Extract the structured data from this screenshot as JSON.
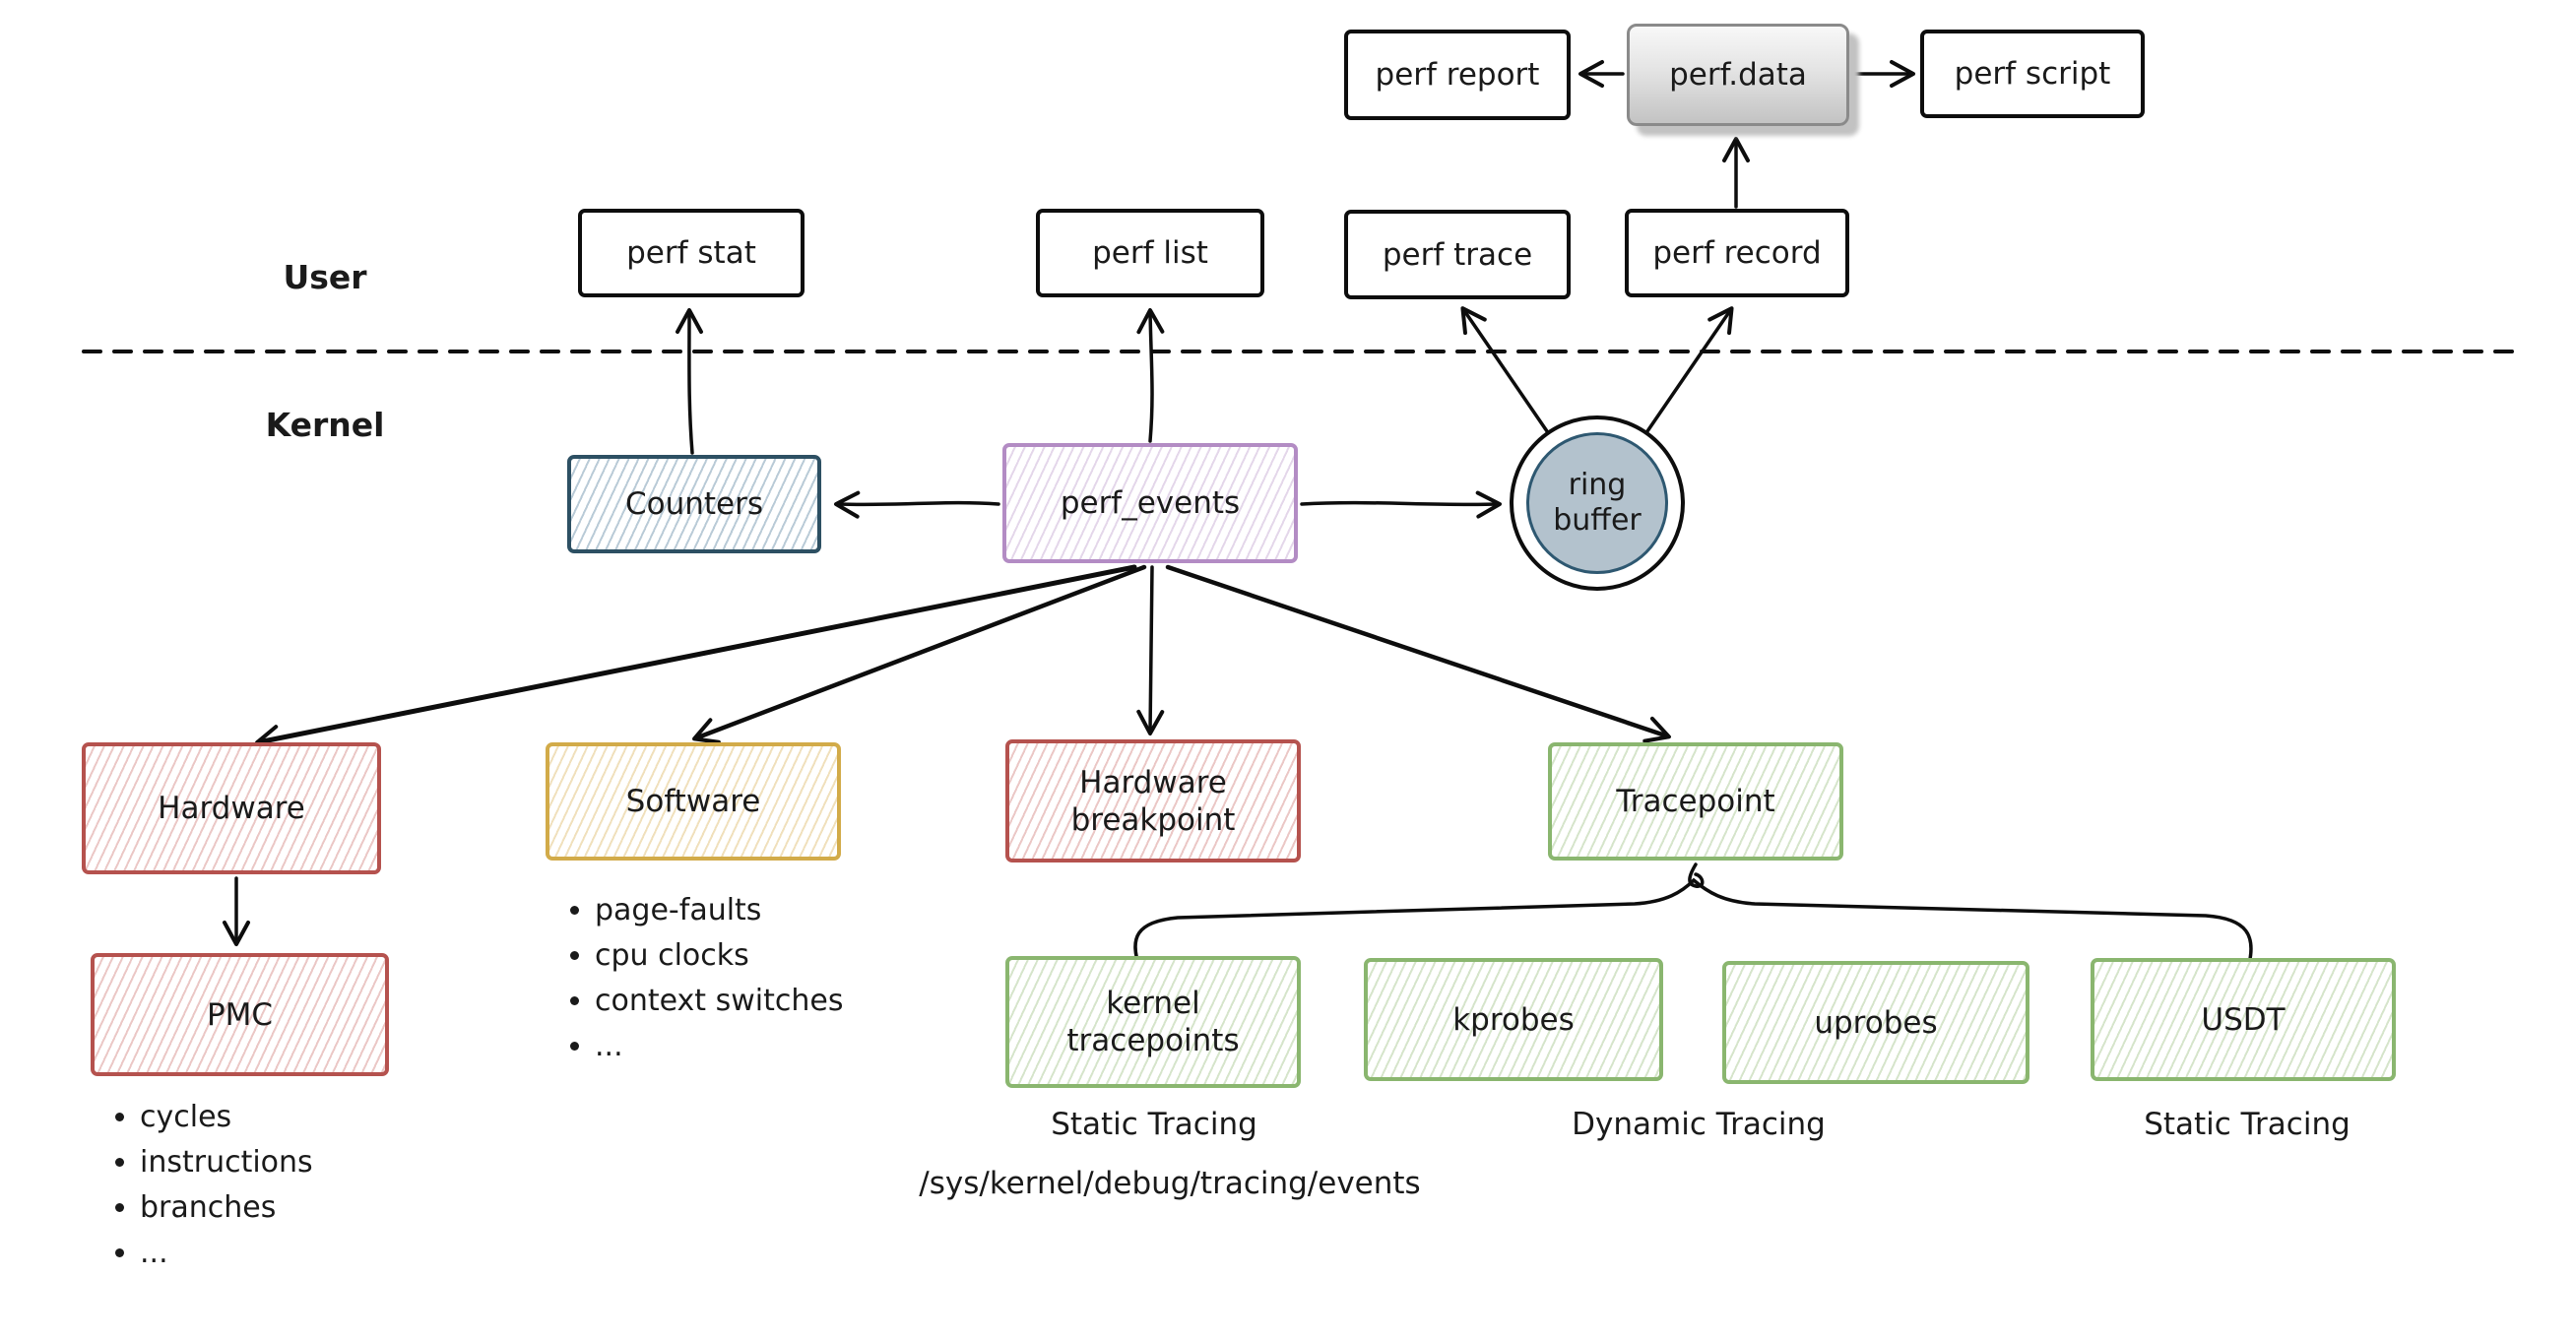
{
  "diagram": {
    "title": "perf_events architecture diagram",
    "regions": {
      "user": "User",
      "kernel": "Kernel"
    },
    "nodes": {
      "perf_report": {
        "label": "perf report"
      },
      "perf_data": {
        "label": "perf.data"
      },
      "perf_script": {
        "label": "perf script"
      },
      "perf_stat": {
        "label": "perf stat"
      },
      "perf_list": {
        "label": "perf list"
      },
      "perf_trace": {
        "label": "perf trace"
      },
      "perf_record": {
        "label": "perf record"
      },
      "counters": {
        "label": "Counters"
      },
      "perf_events": {
        "label": "perf_events"
      },
      "ring_buffer": {
        "label": "ring\nbuffer"
      },
      "hardware": {
        "label": "Hardware"
      },
      "software": {
        "label": "Software"
      },
      "hw_breakpoint": {
        "label": "Hardware\nbreakpoint"
      },
      "tracepoint": {
        "label": "Tracepoint"
      },
      "pmc": {
        "label": "PMC"
      },
      "kernel_tracepoints": {
        "label": "kernel\ntracepoints"
      },
      "kprobes": {
        "label": "kprobes"
      },
      "uprobes": {
        "label": "uprobes"
      },
      "usdt": {
        "label": "USDT"
      }
    },
    "lists": {
      "pmc": [
        "cycles",
        "instructions",
        "branches",
        "..."
      ],
      "software": [
        "page-faults",
        "cpu clocks",
        "context switches",
        "..."
      ]
    },
    "captions": {
      "static_tracing_left": "Static Tracing",
      "tracing_path": "/sys/kernel/debug/tracing/events",
      "dynamic_tracing": "Dynamic Tracing",
      "static_tracing_right": "Static Tracing"
    },
    "colors": {
      "line": "#0d0d0d",
      "red_border": "#b5524e",
      "yellow_border": "#d2ab49",
      "green_border": "#8ab66f",
      "purple_border": "#b38cc4",
      "blue_border": "#2d5063",
      "ring_fill": "#b3c2cd",
      "ring_inner_border": "#2e5871",
      "perf_data_fill_top": "#f8f8f8",
      "perf_data_fill_bottom": "#c3c3c3"
    }
  }
}
